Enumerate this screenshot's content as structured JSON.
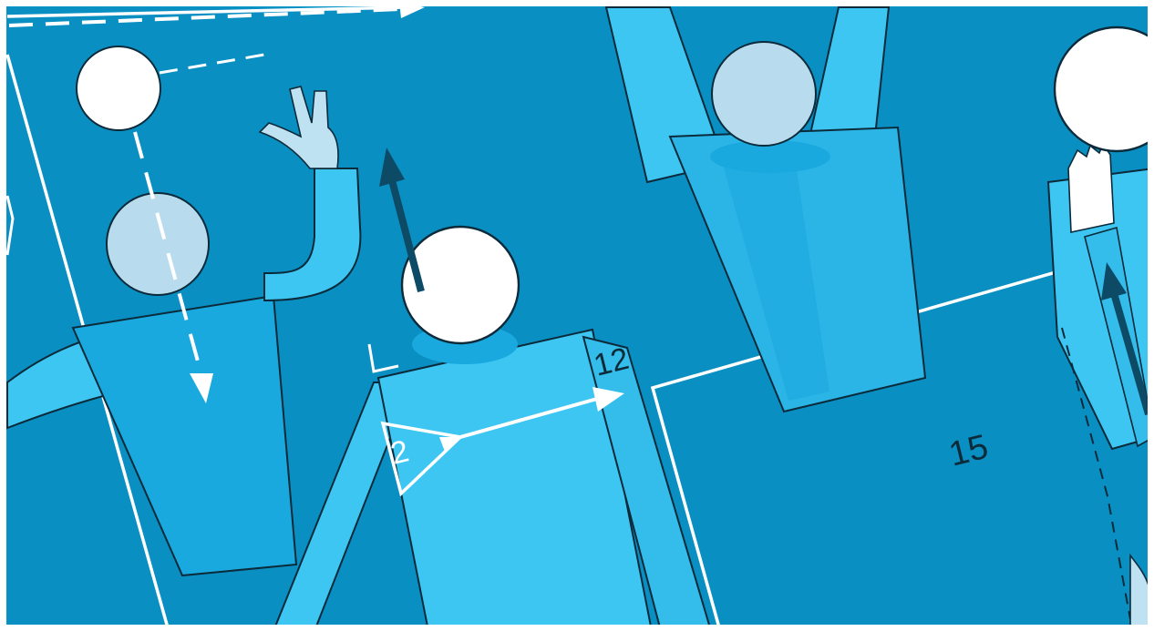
{
  "labels": {
    "jersey_number_top": "12",
    "jersey_number_right": "15",
    "player_marker": "2"
  },
  "colors": {
    "background": "#0596c9",
    "court_dark": "#0a8ec0",
    "body_light": "#3ec6f3",
    "head_white": "#ffffff",
    "head_muted": "#b8dcee",
    "hand_pale": "#bfe2f2",
    "arrow_dark": "#0d4a66",
    "line_white": "#ffffff",
    "outline": "#0b2a3a"
  }
}
